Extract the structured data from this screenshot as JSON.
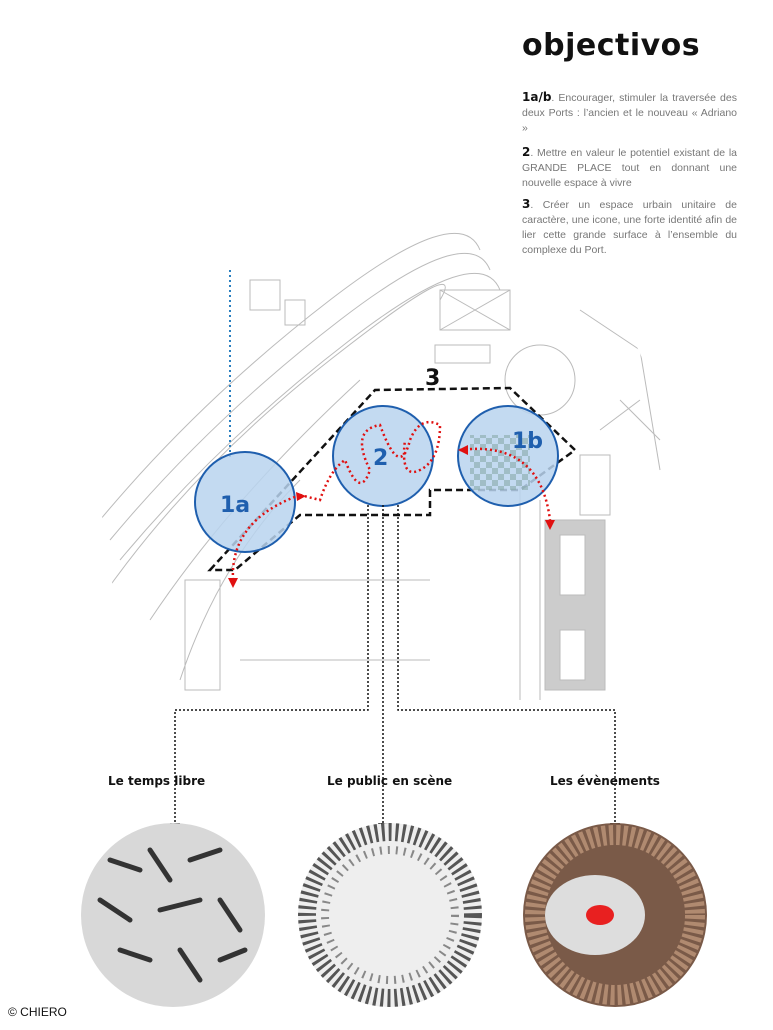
{
  "title": "objectivos",
  "objectives": [
    {
      "num": "1a/b",
      "text": ". Encourager, stimuler la traversée des deux Ports : l’ancien et le nouveau « Adriano »"
    },
    {
      "num": "2",
      "text": ". Mettre en valeur le potentiel existant de la GRANDE PLACE tout en donnant une nouvelle espace à vivre"
    },
    {
      "num": "3",
      "text": ". Créer un espace urbain unitaire de caractère, une icone, une forte identité afin de lier cette grande surface à l’ensemble du complexe du Port."
    }
  ],
  "map": {
    "zone_labels": [
      "1a",
      "2",
      "1b",
      "3"
    ]
  },
  "themes": [
    "Le temps libre",
    "Le public en scène",
    "Les évènements"
  ],
  "copyright": "© CHIERO",
  "colors": {
    "zone_fill": "#b9d3ee",
    "zone_stroke": "#1f5fae",
    "zone_text": "#1f5fae",
    "path": "#e01010"
  }
}
